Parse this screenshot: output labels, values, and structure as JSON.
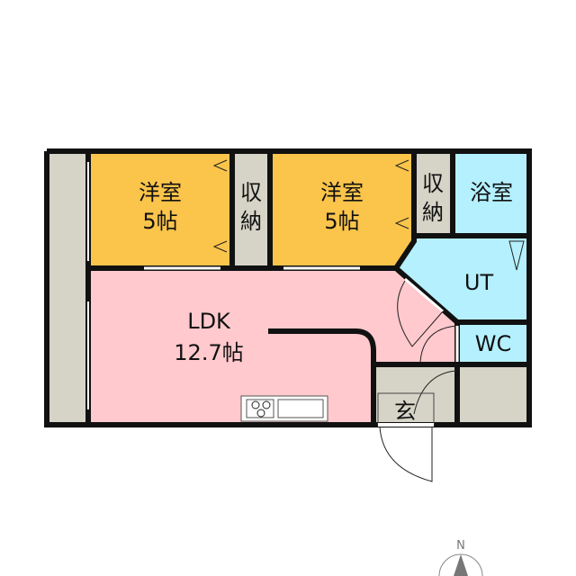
{
  "rooms": {
    "western1": {
      "name": "洋室",
      "size": "5帖"
    },
    "storage1": {
      "name": "収",
      "name2": "納"
    },
    "western2": {
      "name": "洋室",
      "size": "5帖"
    },
    "storage2": {
      "name": "収",
      "name2": "納"
    },
    "bath": {
      "name": "浴室"
    },
    "ut": {
      "name": "UT"
    },
    "wc": {
      "name": "WC"
    },
    "ldk": {
      "name": "LDK",
      "size": "12.7帖"
    },
    "entrance": {
      "name": "玄"
    }
  },
  "compass": {
    "label": "N"
  },
  "colors": {
    "western": "#fbc44b",
    "ldk": "#ffc9cd",
    "wet": "#b4f0fd",
    "storage": "#d6d4c7",
    "wall": "#111111"
  }
}
